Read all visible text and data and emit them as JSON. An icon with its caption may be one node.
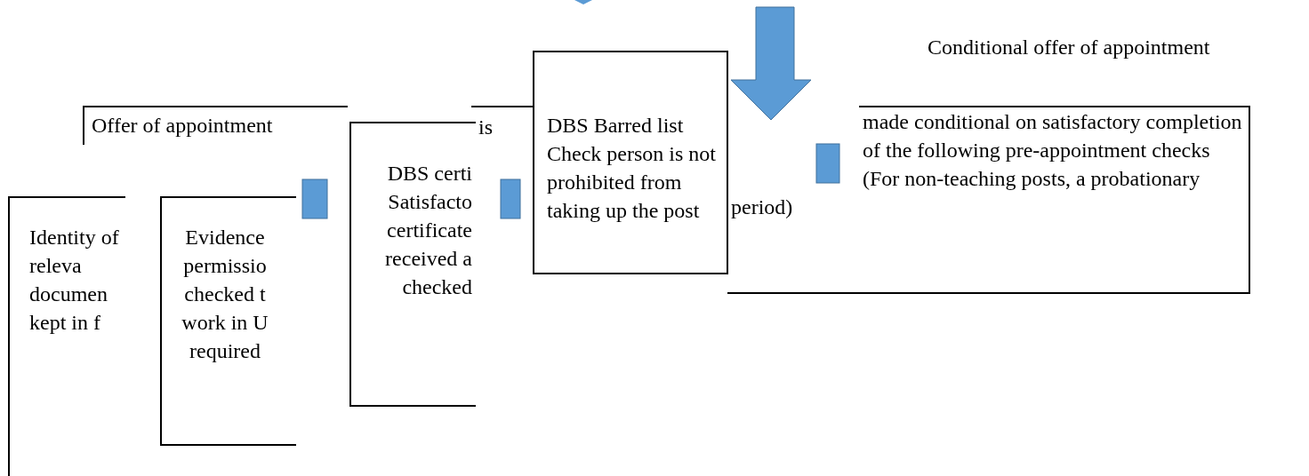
{
  "diagram": {
    "nodes": [
      {
        "text": [
          "Offer of appointment"
        ]
      },
      {
        "text": [
          "DBS certi Satisfacto certificate received a checked"
        ]
      },
      {
        "text": [
          "DBS Barred list Check person is not prohibited from taking up the post"
        ]
      },
      {
        "text": [
          "made conditional on satisfactory completion of the following pre-appointment checks  (For non-teaching posts, a probationary period)"
        ]
      },
      {
        "text": [
          "Identity of releva documen kept in f"
        ]
      },
      {
        "text": [
          "Evidence permissio checked t work in U required"
        ]
      }
    ],
    "labels": [
      "Conditional offer of appointment",
      "is"
    ]
  }
}
